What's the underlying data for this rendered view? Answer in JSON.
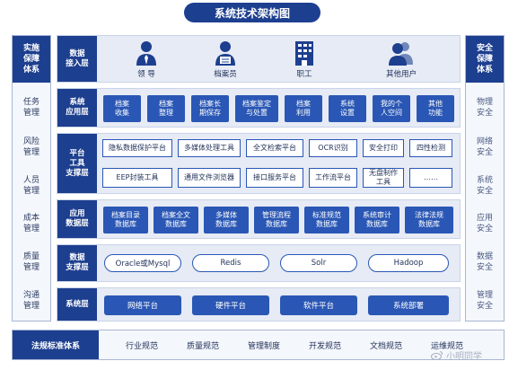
{
  "title": "系统技术架构图",
  "left_panel": {
    "header": [
      "实施",
      "保障",
      "体系"
    ],
    "items": [
      [
        "任务",
        "管理"
      ],
      [
        "风险",
        "管理"
      ],
      [
        "人员",
        "管理"
      ],
      [
        "成本",
        "管理"
      ],
      [
        "质量",
        "管理"
      ],
      [
        "沟通",
        "管理"
      ]
    ]
  },
  "right_panel": {
    "header": [
      "安全",
      "保障",
      "体系"
    ],
    "items": [
      [
        "物理",
        "安全"
      ],
      [
        "网络",
        "安全"
      ],
      [
        "系统",
        "安全"
      ],
      [
        "应用",
        "安全"
      ],
      [
        "数据",
        "安全"
      ],
      [
        "管理",
        "安全"
      ]
    ]
  },
  "layers": {
    "access": {
      "label": [
        "数据",
        "接入层"
      ],
      "users": [
        {
          "label": "领 导",
          "icon": "manager-icon"
        },
        {
          "label": "档案员",
          "icon": "archivist-icon"
        },
        {
          "label": "职工",
          "icon": "building-icon"
        },
        {
          "label": "其他用户",
          "icon": "users-icon"
        }
      ]
    },
    "app": {
      "label": [
        "系统",
        "应用层"
      ],
      "tiles": [
        [
          "档案",
          "收集"
        ],
        [
          "档案",
          "整理"
        ],
        [
          "档案长",
          "期保存"
        ],
        [
          "档案鉴定",
          "与处置"
        ],
        [
          "档案",
          "利用"
        ],
        [
          "系统",
          "设置"
        ],
        [
          "我的个",
          "人空间"
        ],
        [
          "其他",
          "功能"
        ]
      ]
    },
    "platform": {
      "label": [
        "平台",
        "工具",
        "支撑层"
      ],
      "row1": [
        "隐私数据保护平台",
        "多媒体处理工具",
        "全文检索平台",
        "OCR识别",
        "安全打印",
        "四性检测"
      ],
      "row2": [
        "EEP封装工具",
        "通用文件浏览器",
        "接口服务平台",
        "工作流平台",
        [
          "无盘制作",
          "工具"
        ],
        "……"
      ]
    },
    "database": {
      "label": [
        "应用",
        "数据层"
      ],
      "tiles": [
        [
          "档案目录",
          "数据库"
        ],
        [
          "档案全文",
          "数据库"
        ],
        [
          "多媒体",
          "数据库"
        ],
        [
          "管理流程",
          "数据库"
        ],
        [
          "标准规范",
          "数据库"
        ],
        [
          "系统审计",
          "数据库"
        ],
        [
          "法律法规",
          "数据库"
        ]
      ]
    },
    "data_support": {
      "label": [
        "数据",
        "支撑层"
      ],
      "pills": [
        "Oracle或Mysql",
        "Redis",
        "Solr",
        "Hadoop"
      ]
    },
    "system": {
      "label": [
        "系统层"
      ],
      "bars": [
        "网络平台",
        "硬件平台",
        "软件平台",
        "系统部署"
      ]
    }
  },
  "bottom": {
    "label": "法规标准体系",
    "items": [
      "行业规范",
      "质量规范",
      "管理制度",
      "开发规范",
      "文档规范",
      "运维规范"
    ]
  },
  "watermark": "小明同学"
}
